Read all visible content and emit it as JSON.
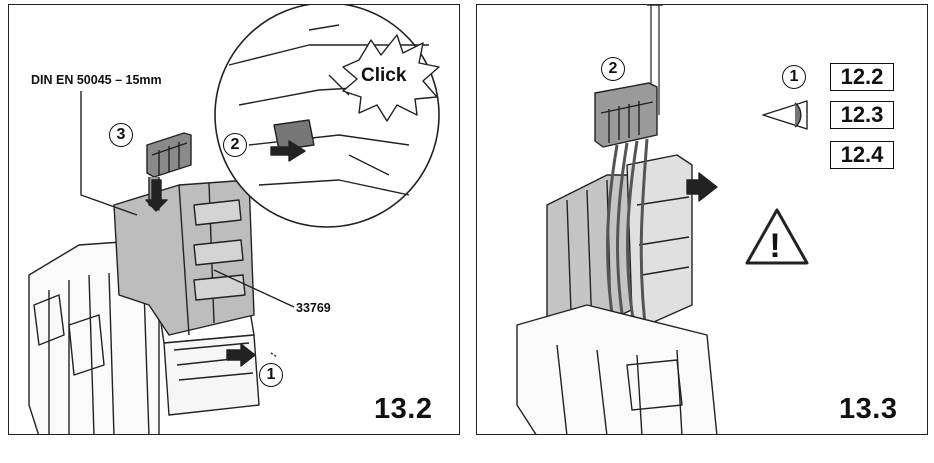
{
  "left_panel": {
    "figure_number": "13.2",
    "rail_label": "DIN EN 50045 – 15mm",
    "part_number": "33769",
    "click_label": "Click",
    "steps": [
      "1",
      "2",
      "3"
    ]
  },
  "right_panel": {
    "figure_number": "13.3",
    "steps": [
      "1",
      "2"
    ],
    "references": [
      "12.2",
      "12.3",
      "12.4"
    ]
  },
  "icons": {
    "warning": "warning-triangle-icon",
    "eye": "eye-icon",
    "arrow": "push-arrow-icon"
  }
}
